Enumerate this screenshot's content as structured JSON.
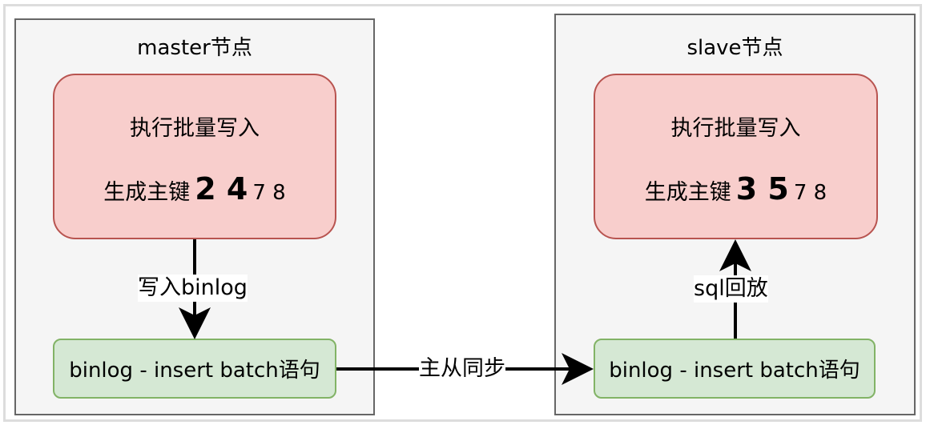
{
  "master": {
    "title": "master节点",
    "batch_box": {
      "line1": "执行批量写入",
      "key_label": "生成主键",
      "key_big": "2 4",
      "key_small": "7 8"
    },
    "binlog_box": "binlog - insert batch语句",
    "write_label": "写入binlog"
  },
  "slave": {
    "title": "slave节点",
    "batch_box": {
      "line1": "执行批量写入",
      "key_label": "生成主键",
      "key_big": "3 5",
      "key_small": "7 8"
    },
    "binlog_box": "binlog - insert batch语句",
    "replay_label": "sql回放"
  },
  "sync_label": "主从同步",
  "colors": {
    "panel_fill": "#f5f5f5",
    "panel_border": "#666666",
    "red_fill": "#f8cecc",
    "red_border": "#b85450",
    "green_fill": "#d5e8d4",
    "green_border": "#82b366"
  }
}
